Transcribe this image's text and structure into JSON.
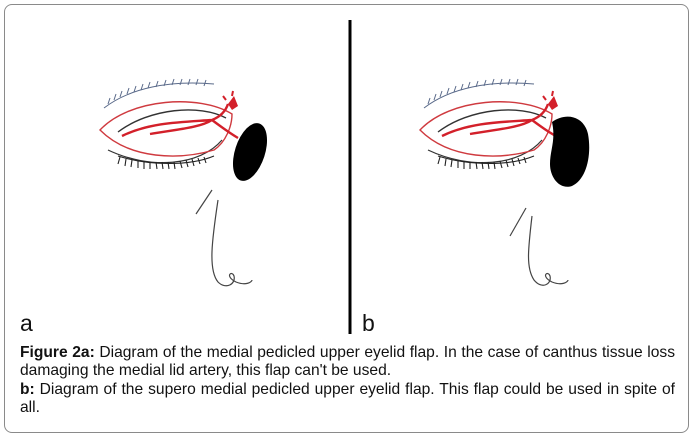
{
  "panels": [
    {
      "label": "a"
    },
    {
      "label": "b"
    }
  ],
  "caption": {
    "a_label": "Figure 2a:",
    "a_text": " Diagram of the medial pedicled upper eyelid flap. In the case of canthus tissue loss damaging the medial lid artery, this flap can't be used.",
    "b_label": "b:",
    "b_text": " Diagram of the supero medial pedicled upper eyelid flap. This flap could be used in spite of all."
  },
  "colors": {
    "artery": "#d3202a",
    "flap_outline": "#cf3a3f",
    "defect": "#000000",
    "line": "#333333",
    "brow": "#5a6a8a"
  }
}
